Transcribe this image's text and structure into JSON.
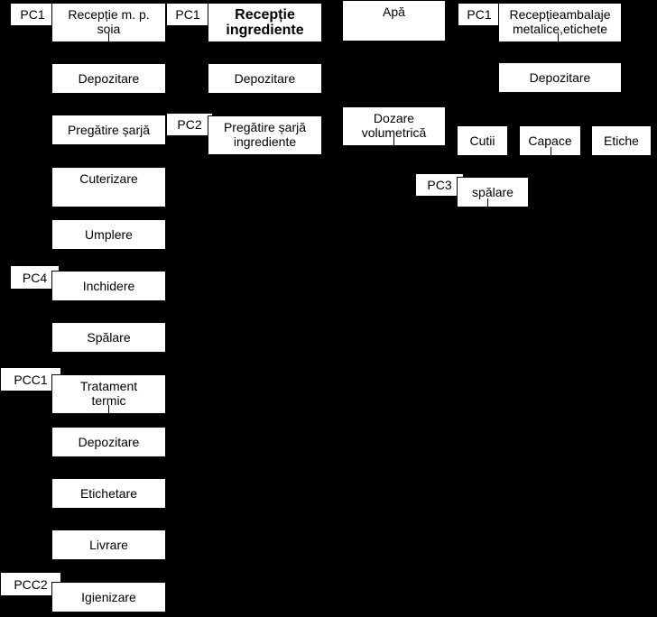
{
  "col1": {
    "receptie": [
      "Recepție m. p.",
      "soia"
    ],
    "depozitare": "Depozitare",
    "pregatire": "Pregătire șarjă",
    "cuterizare": "Cuterizare",
    "umplere": "Umplere",
    "inchidere": "Inchidere",
    "spalare": "Spălare",
    "tratament": [
      "Tratament",
      "termic"
    ],
    "depozitare2": "Depozitare",
    "etichetare": "Etichetare",
    "livrare": "Livrare",
    "igienizare": "Igienizare"
  },
  "col2": {
    "receptie": [
      "Recepție",
      "ingrediente"
    ],
    "depozitare": "Depozitare",
    "pregatire": [
      "Pregătire șarjă",
      "ingrediente"
    ]
  },
  "col3": {
    "apa": "Apă",
    "dozare": [
      "Dozare",
      "volumetrică"
    ]
  },
  "col4": {
    "receptie": [
      "Recepțieambalaje",
      "metalice,etichete"
    ],
    "depozitare": "Depozitare",
    "cutii": "Cutii",
    "capace": "Capace",
    "etichete": "Etiche",
    "spalare": "spălare"
  },
  "pcs": {
    "pc1_a": "PC1",
    "pc1_b": "PC1",
    "pc1_c": "PC1",
    "pc2": "PC2",
    "pc3": "PC3",
    "pc4": "PC4",
    "pcc1": "PCC1",
    "pcc2": "PCC2"
  }
}
